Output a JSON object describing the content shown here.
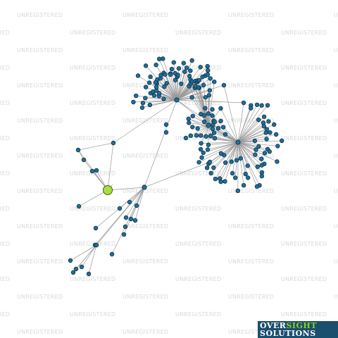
{
  "watermark": {
    "text": "UNREGISTERED",
    "color": "#d9d9d9"
  },
  "network": {
    "edge_color": "#9a9a9a",
    "node_color": "#1f6f99",
    "focus_node_color": "#a6de42",
    "hubs": [
      {
        "id": "hub-upper",
        "degree": 78
      },
      {
        "id": "hub-middle",
        "degree": 52
      },
      {
        "id": "hub-right",
        "degree": 64
      },
      {
        "id": "hub-lower",
        "degree": 16
      },
      {
        "id": "focus",
        "degree": 9
      }
    ]
  },
  "logo": {
    "line1a": "OVER",
    "line1b": "SIGHT",
    "line2": "SOLUTIONS",
    "bg_color": "#1a4f6d",
    "accent_color": "#8fd11a"
  }
}
